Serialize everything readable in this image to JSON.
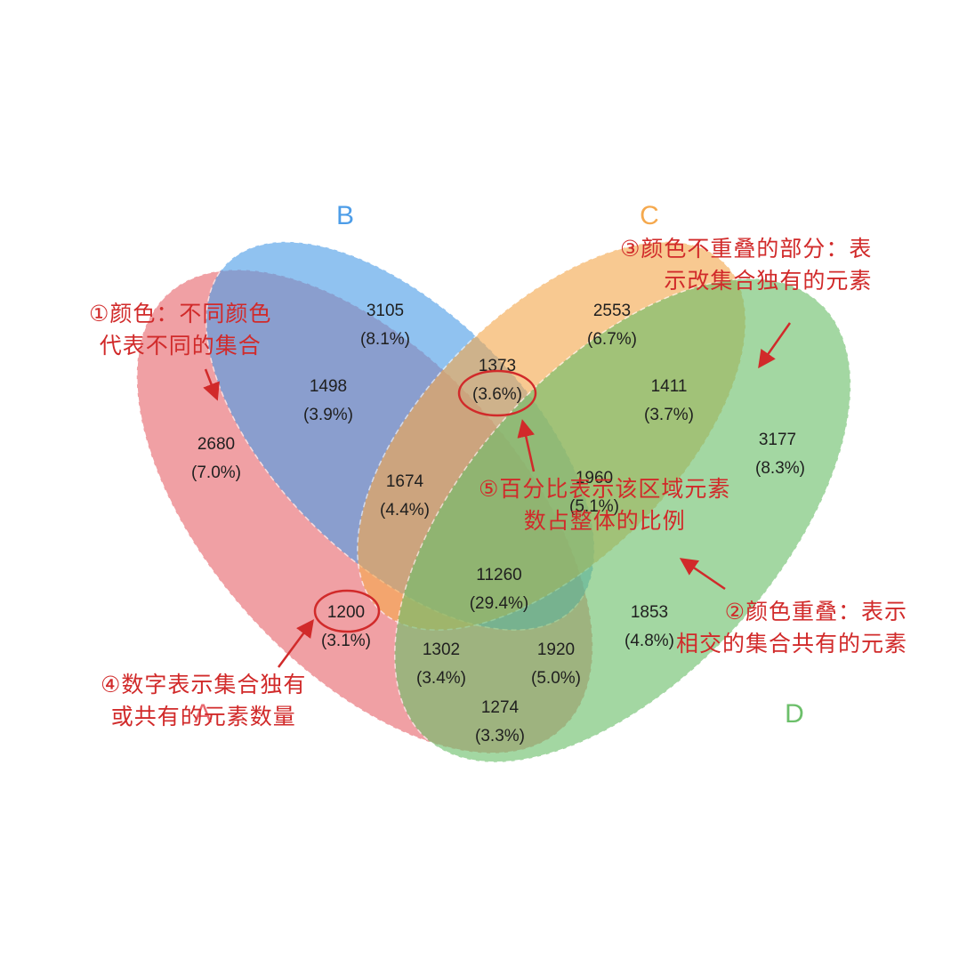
{
  "sets": [
    {
      "id": "A",
      "label": "A",
      "color": "#e8676e"
    },
    {
      "id": "B",
      "label": "B",
      "color": "#4d9de8"
    },
    {
      "id": "C",
      "label": "C",
      "color": "#f5a94e"
    },
    {
      "id": "D",
      "label": "D",
      "color": "#6cbf6a"
    }
  ],
  "regions": [
    {
      "id": "A",
      "count": "2680",
      "pct": "(7.0%)"
    },
    {
      "id": "B",
      "count": "3105",
      "pct": "(8.1%)"
    },
    {
      "id": "C",
      "count": "2553",
      "pct": "(6.7%)"
    },
    {
      "id": "D",
      "count": "3177",
      "pct": "(8.3%)"
    },
    {
      "id": "AB",
      "count": "1498",
      "pct": "(3.9%)"
    },
    {
      "id": "BC",
      "count": "1373",
      "pct": "(3.6%)"
    },
    {
      "id": "CD",
      "count": "1411",
      "pct": "(3.7%)"
    },
    {
      "id": "ABC",
      "count": "1674",
      "pct": "(4.4%)"
    },
    {
      "id": "BCD",
      "count": "1960",
      "pct": "(5.1%)"
    },
    {
      "id": "ABCD",
      "count": "11260",
      "pct": "(29.4%)"
    },
    {
      "id": "AC",
      "count": "1200",
      "pct": "(3.1%)"
    },
    {
      "id": "BD",
      "count": "1853",
      "pct": "(4.8%)"
    },
    {
      "id": "ACD",
      "count": "1302",
      "pct": "(3.4%)"
    },
    {
      "id": "ABD",
      "count": "1920",
      "pct": "(5.0%)"
    },
    {
      "id": "AD",
      "count": "1274",
      "pct": "(3.3%)"
    }
  ],
  "annotations": {
    "color": "#d12a2a",
    "note1": [
      "①颜色：不同颜色",
      "代表不同的集合"
    ],
    "note2": [
      "②颜色重叠：表示",
      "相交的集合共有的元素"
    ],
    "note3": [
      "③颜色不重叠的部分：表",
      "示改集合独有的元素"
    ],
    "note4": [
      "④数字表示集合独有",
      "或共有的元素数量"
    ],
    "note5": [
      "⑤百分比表示该区域元素",
      "数占整体的比例"
    ]
  }
}
